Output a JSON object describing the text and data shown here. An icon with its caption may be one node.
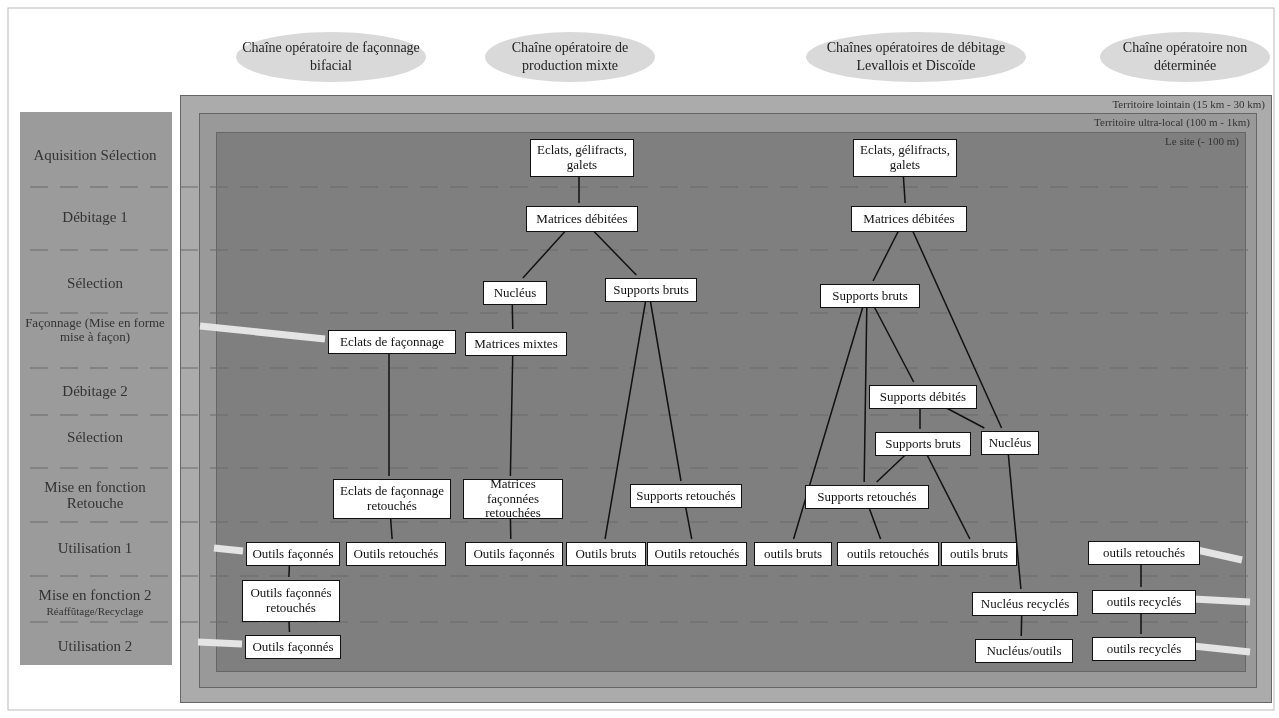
{
  "diagram": {
    "nodes": [
      {
        "text": [
          "Chaîne opératoire de façonnage bifacial"
        ]
      },
      {
        "text": [
          "Chaîne opératoire de production mixte"
        ]
      },
      {
        "text": [
          "Chaînes opératoires de débitage Levallois et Discoïde"
        ]
      },
      {
        "text": [
          "Chaîne opératoire non déterminée"
        ]
      },
      {
        "text": [
          "Territoire lointain (15 km - 30 km)"
        ]
      },
      {
        "text": [
          "Territoire ultra-local (100 m - 1km)"
        ],
        "in": 4
      },
      {
        "text": [
          "Le site (- 100 m)"
        ],
        "in": 5
      },
      {
        "text": [
          "Eclats, gélifracts, galets"
        ],
        "in": 6
      },
      {
        "text": [
          "Matrices débitées"
        ],
        "in": 6
      },
      {
        "text": [
          "Nucléus"
        ],
        "in": 6
      },
      {
        "text": [
          "Supports bruts"
        ],
        "in": 6
      },
      {
        "text": [
          "Eclats de façonnage"
        ],
        "in": 6
      },
      {
        "text": [
          "Matrices mixtes"
        ],
        "in": 6
      },
      {
        "text": [
          "Eclats de façonnage retouchés"
        ],
        "in": 6
      },
      {
        "text": [
          "Matrices façonnées retouchées"
        ],
        "in": 6
      },
      {
        "text": [
          "Supports retouchés"
        ],
        "in": 6
      },
      {
        "text": [
          "Outils façonnés"
        ],
        "in": 6
      },
      {
        "text": [
          "Outils retouchés"
        ],
        "in": 6
      },
      {
        "text": [
          "Outils façonnés"
        ],
        "in": 6
      },
      {
        "text": [
          "Outils bruts"
        ],
        "in": 6
      },
      {
        "text": [
          "Outils retouchés"
        ],
        "in": 6
      },
      {
        "text": [
          "Eclats, gélifracts, galets"
        ],
        "in": 6
      },
      {
        "text": [
          "Matrices débitées"
        ],
        "in": 6
      },
      {
        "text": [
          "Supports bruts"
        ],
        "in": 6
      },
      {
        "text": [
          "Supports débités"
        ],
        "in": 6
      },
      {
        "text": [
          "Supports bruts"
        ],
        "in": 6
      },
      {
        "text": [
          "Nucléus"
        ],
        "in": 6
      },
      {
        "text": [
          "Supports retouchés"
        ],
        "in": 6
      },
      {
        "text": [
          "outils bruts"
        ],
        "in": 6
      },
      {
        "text": [
          "outils retouchés"
        ],
        "in": 6
      },
      {
        "text": [
          "outils bruts"
        ],
        "in": 6
      },
      {
        "text": [
          "outils retouchés"
        ],
        "in": 6
      },
      {
        "text": [
          "Outils façonnés retouchés"
        ],
        "in": 6
      },
      {
        "text": [
          "Outils façonnés"
        ],
        "in": 6
      },
      {
        "text": [
          "Nucléus recyclés"
        ],
        "in": 6
      },
      {
        "text": [
          "outils recyclés"
        ],
        "in": 6
      },
      {
        "text": [
          "Nucléus/outils"
        ],
        "in": 6
      },
      {
        "text": [
          "outils recyclés"
        ],
        "in": 6
      },
      {
        "text": [
          "Aquisition Sélection",
          "Débitage 1",
          "Sélection",
          "Façonnage (Mise en forme mise à façon)",
          "Débitage 2",
          "Sélection",
          "Mise en fonction Retouche",
          "Utilisation 1",
          "Mise en fonction 2",
          "Réaffûtage/Recyclage",
          "Utilisation 2"
        ]
      }
    ],
    "edges": [
      {
        "from": 7,
        "to": 8,
        "arrow": "none"
      },
      {
        "from": 8,
        "to": 9,
        "arrow": "none"
      },
      {
        "from": 8,
        "to": 10,
        "arrow": "none"
      },
      {
        "from": 9,
        "to": 12,
        "arrow": "none"
      },
      {
        "from": 12,
        "to": 14,
        "arrow": "none"
      },
      {
        "from": 14,
        "to": 18,
        "arrow": "none"
      },
      {
        "from": 11,
        "to": 13,
        "arrow": "none"
      },
      {
        "from": 13,
        "to": 17,
        "arrow": "none"
      },
      {
        "from": 10,
        "to": 19,
        "arrow": "none"
      },
      {
        "from": 10,
        "to": 15,
        "arrow": "none"
      },
      {
        "from": 15,
        "to": 20,
        "arrow": "none"
      },
      {
        "from": 21,
        "to": 22,
        "arrow": "none"
      },
      {
        "from": 22,
        "to": 23,
        "arrow": "none"
      },
      {
        "from": 22,
        "to": 26,
        "arrow": "none"
      },
      {
        "from": 23,
        "to": 28,
        "arrow": "none"
      },
      {
        "from": 23,
        "to": 27,
        "arrow": "none"
      },
      {
        "from": 23,
        "to": 24,
        "arrow": "none"
      },
      {
        "from": 24,
        "to": 25,
        "arrow": "none"
      },
      {
        "from": 24,
        "to": 26,
        "arrow": "none"
      },
      {
        "from": 25,
        "to": 27,
        "arrow": "none"
      },
      {
        "from": 25,
        "to": 30,
        "arrow": "none"
      },
      {
        "from": 27,
        "to": 29,
        "arrow": "none"
      },
      {
        "from": 26,
        "to": 34,
        "arrow": "none"
      },
      {
        "from": 34,
        "to": 36,
        "arrow": "none"
      },
      {
        "from": 16,
        "to": 32,
        "arrow": "none"
      },
      {
        "from": 32,
        "to": 33,
        "arrow": "none"
      },
      {
        "from": 31,
        "to": 35,
        "arrow": "none"
      },
      {
        "from": 35,
        "to": 37,
        "arrow": "none"
      },
      {
        "from": null,
        "to": 11,
        "arrow": "none",
        "style": "thick",
        "color": "#e4e4e4"
      },
      {
        "from": null,
        "to": 16,
        "arrow": "none",
        "style": "thick",
        "color": "#e4e4e4"
      },
      {
        "from": null,
        "to": 33,
        "arrow": "none",
        "style": "thick",
        "color": "#e4e4e4"
      },
      {
        "from": null,
        "to": 31,
        "arrow": "none",
        "style": "thick",
        "color": "#e4e4e4"
      },
      {
        "from": null,
        "to": 35,
        "arrow": "none",
        "style": "thick",
        "color": "#e4e4e4"
      },
      {
        "from": null,
        "to": 37,
        "arrow": "none",
        "style": "thick",
        "color": "#e4e4e4"
      }
    ]
  }
}
